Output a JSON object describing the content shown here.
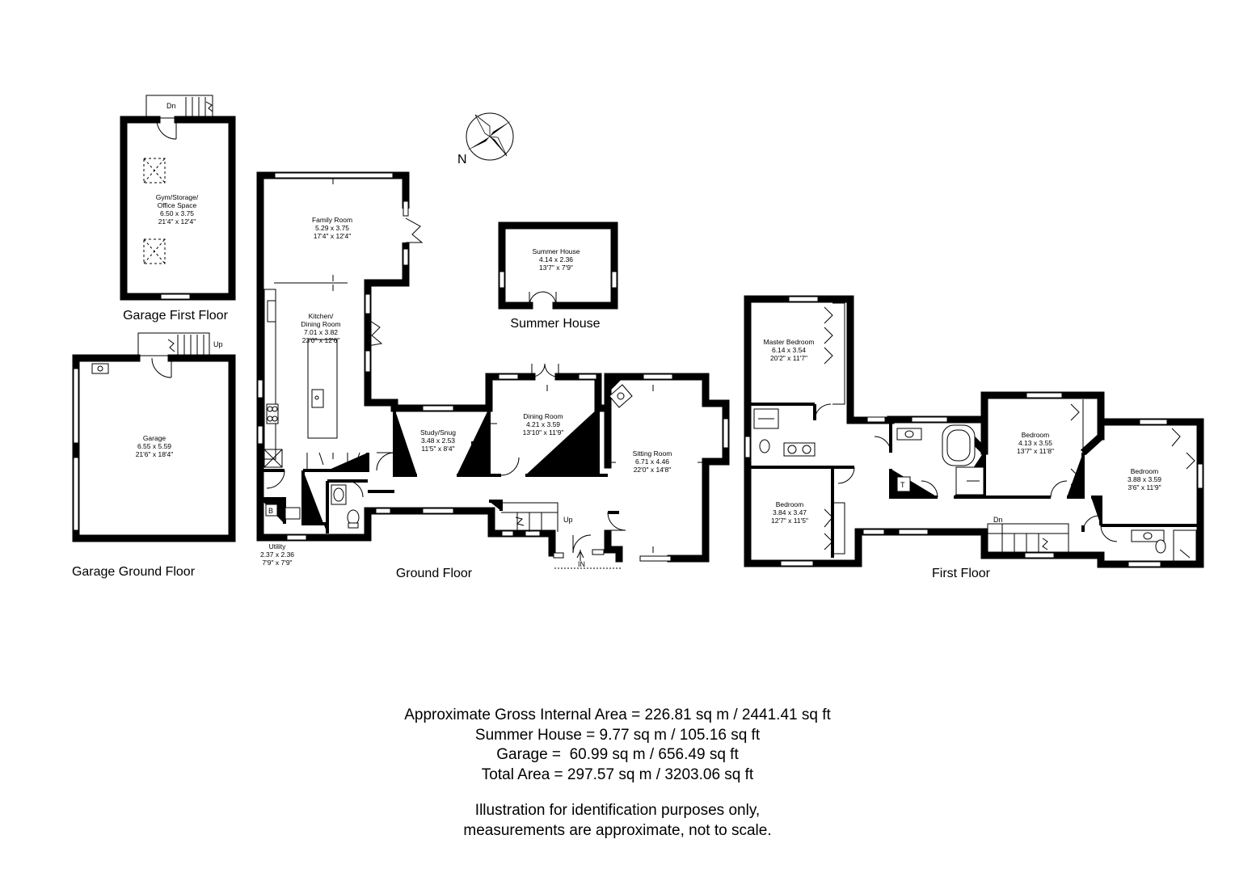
{
  "compass": {
    "label": "N",
    "icon": "compass-rose-icon"
  },
  "floors": {
    "garage_first": "Garage First Floor",
    "garage_ground": "Garage Ground Floor",
    "ground": "Ground Floor",
    "first": "First Floor",
    "summer_house": "Summer House"
  },
  "rooms": {
    "gym": {
      "name_1": "Gym/Storage/",
      "name_2": "Office Space",
      "metric": "6.50 x 3.75",
      "imperial": "21'4\" x 12'4\""
    },
    "garage": {
      "name": "Garage",
      "metric": "6.55 x 5.59",
      "imperial": "21'6\" x 18'4\""
    },
    "family": {
      "name": "Family Room",
      "metric": "5.29 x 3.75",
      "imperial": "17'4\" x 12'4\""
    },
    "kitchen": {
      "name_1": "Kitchen/",
      "name_2": "Dining Room",
      "metric": "7.01 x 3.82",
      "imperial": "23'0\" x 12'6\""
    },
    "utility": {
      "name": "Utility",
      "metric": "2.37 x 2.36",
      "imperial": "7'9\" x 7'9\""
    },
    "study": {
      "name": "Study/Snug",
      "metric": "3.48 x 2.53",
      "imperial": "11'5\" x 8'4\""
    },
    "dining": {
      "name": "Dining Room",
      "metric": "4.21 x 3.59",
      "imperial": "13'10\" x 11'9\""
    },
    "sitting": {
      "name": "Sitting Room",
      "metric": "6.71 x 4.46",
      "imperial": "22'0\" x 14'8\""
    },
    "summer": {
      "name": "Summer House",
      "metric": "4.14 x 2.36",
      "imperial": "13'7\" x 7'9\""
    },
    "master": {
      "name": "Master Bedroom",
      "metric": "6.14 x 3.54",
      "imperial": "20'2\" x 11'7\""
    },
    "bed_a": {
      "name": "Bedroom",
      "metric": "3.84 x 3.47",
      "imperial": "12'7\" x 11'5\""
    },
    "bed_b": {
      "name": "Bedroom",
      "metric": "4.13 x 3.55",
      "imperial": "13'7\" x 11'8\""
    },
    "bed_c": {
      "name": "Bedroom",
      "metric": "3.88 x 3.59",
      "imperial": "3'6\" x 11'9\""
    }
  },
  "markers": {
    "dn": "Dn",
    "up": "Up",
    "in": "IN",
    "boiler": "B",
    "cupboard": "T"
  },
  "areas": [
    "Approximate Gross Internal Area = 226.81 sq m / 2441.41 sq ft",
    "Summer House = 9.77 sq m / 105.16 sq ft",
    "Garage =  60.99 sq m / 656.49 sq ft",
    "Total Area = 297.57 sq m / 3203.06 sq ft"
  ],
  "disclaimer": [
    "Illustration for identification purposes only,",
    "measurements are approximate, not to scale."
  ]
}
